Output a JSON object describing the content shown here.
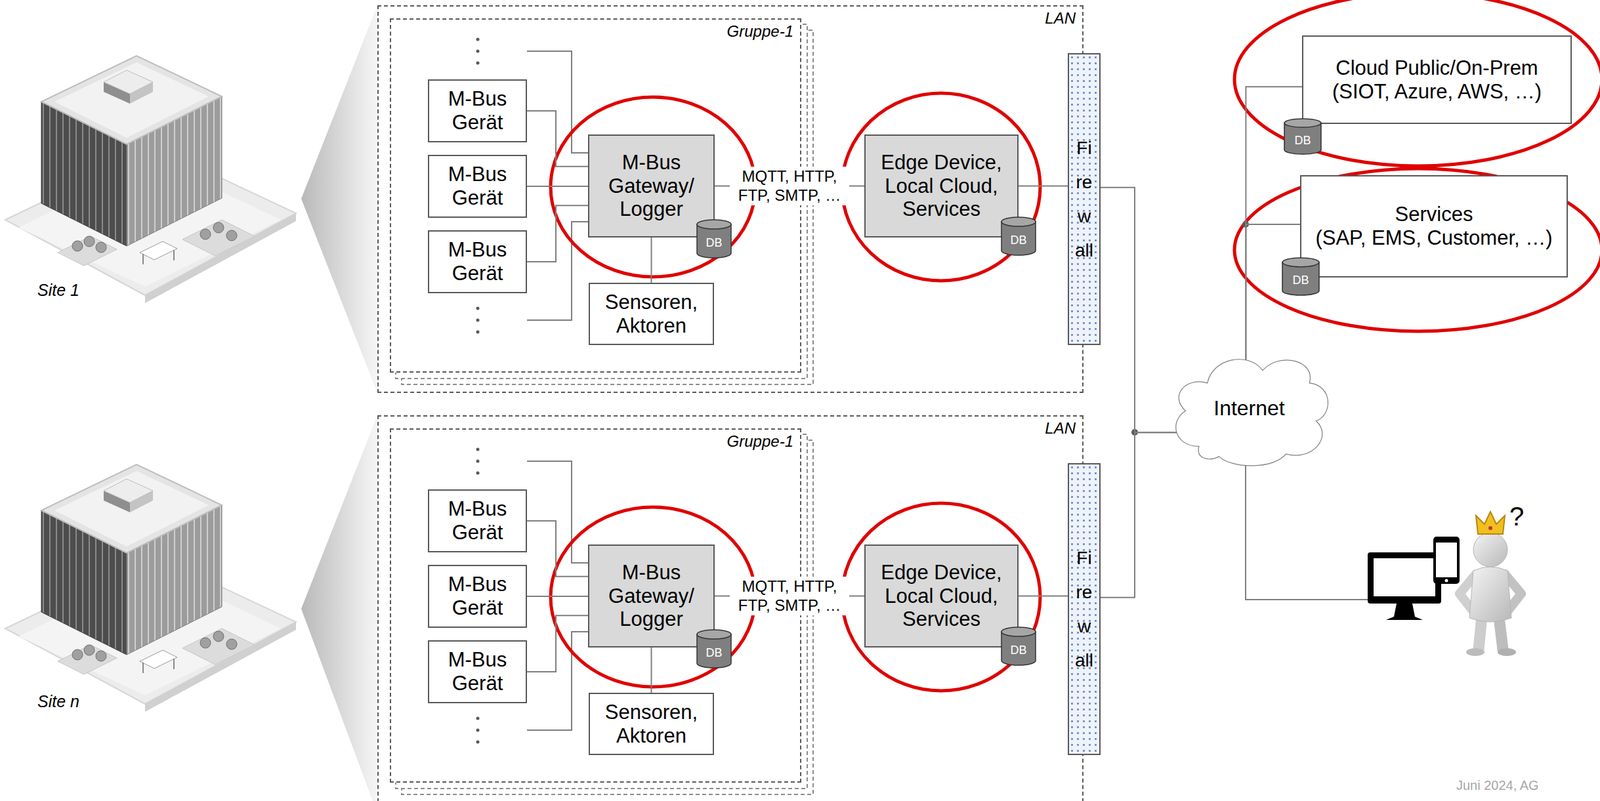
{
  "diagram": {
    "nodes": [
      {
        "text": [
          "LAN"
        ]
      },
      {
        "text": [
          "Gruppe-1"
        ],
        "in": 0
      },
      {
        "text": [
          "M-Bus Gerät"
        ],
        "in": 1
      },
      {
        "text": [
          "M-Bus Gerät"
        ],
        "in": 1
      },
      {
        "text": [
          "M-Bus Gerät"
        ],
        "in": 1
      },
      {
        "text": [
          "M-Bus Gateway/ Logger"
        ],
        "in": 1
      },
      {
        "text": [
          "DB"
        ],
        "in": 5
      },
      {
        "text": [
          "Sensoren, Aktoren"
        ],
        "in": 1
      },
      {
        "text": [
          "Edge Device, Local Cloud, Services"
        ],
        "in": 0
      },
      {
        "text": [
          "DB"
        ],
        "in": 8
      },
      {
        "text": [
          "Firewall"
        ]
      },
      {
        "text": [
          "LAN"
        ]
      },
      {
        "text": [
          "Gruppe-1"
        ],
        "in": 11
      },
      {
        "text": [
          "M-Bus Gerät"
        ],
        "in": 12
      },
      {
        "text": [
          "M-Bus Gerät"
        ],
        "in": 12
      },
      {
        "text": [
          "M-Bus Gerät"
        ],
        "in": 12
      },
      {
        "text": [
          "M-Bus Gateway/ Logger"
        ],
        "in": 12
      },
      {
        "text": [
          "DB"
        ],
        "in": 16
      },
      {
        "text": [
          "Sensoren, Aktoren"
        ],
        "in": 12
      },
      {
        "text": [
          "Edge Device, Local Cloud, Services"
        ],
        "in": 11
      },
      {
        "text": [
          "DB"
        ],
        "in": 19
      },
      {
        "text": [
          "Firewall"
        ]
      },
      {
        "text": [
          "Internet"
        ]
      },
      {
        "text": [
          "Cloud Public/On-Prem",
          "(SIOT, Azure, AWS, …)"
        ]
      },
      {
        "text": [
          "DB"
        ],
        "in": 23
      },
      {
        "text": [
          "Services",
          "(SAP, EMS, Customer, …)"
        ]
      },
      {
        "text": [
          "DB"
        ],
        "in": 25
      }
    ],
    "edges": [
      {
        "from": 2,
        "to": 5,
        "arrow": "none"
      },
      {
        "from": 3,
        "to": 5,
        "arrow": "none"
      },
      {
        "from": 4,
        "to": 5,
        "arrow": "none"
      },
      {
        "from": 7,
        "to": 5,
        "arrow": "none"
      },
      {
        "from": 5,
        "to": 8,
        "label": "MQTT, HTTP, FTP, SMTP, …",
        "arrow": "none"
      },
      {
        "from": 8,
        "to": 10,
        "arrow": "none"
      },
      {
        "from": 13,
        "to": 16,
        "arrow": "none"
      },
      {
        "from": 14,
        "to": 16,
        "arrow": "none"
      },
      {
        "from": 15,
        "to": 16,
        "arrow": "none"
      },
      {
        "from": 18,
        "to": 16,
        "arrow": "none"
      },
      {
        "from": 16,
        "to": 19,
        "label": "MQTT, HTTP, FTP, SMTP, …",
        "arrow": "none"
      },
      {
        "from": 19,
        "to": 21,
        "arrow": "none"
      },
      {
        "from": 10,
        "to": 22,
        "arrow": "none"
      },
      {
        "from": 21,
        "to": 22,
        "arrow": "none"
      },
      {
        "from": 22,
        "to": 23,
        "arrow": "none"
      },
      {
        "from": 22,
        "to": 25,
        "arrow": "none"
      }
    ],
    "labels": [
      "Site 1",
      "Site n",
      "?",
      "Juni 2024, AG"
    ]
  }
}
